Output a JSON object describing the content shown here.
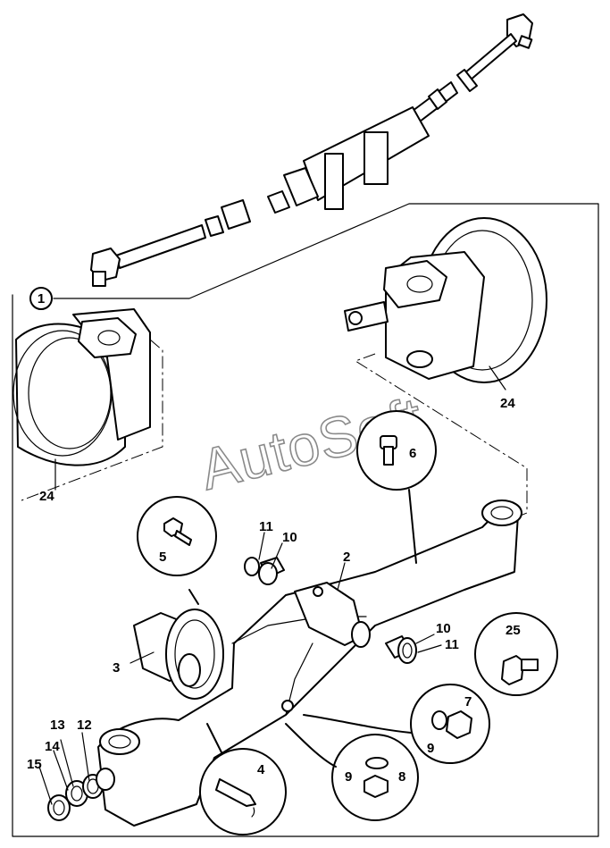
{
  "watermark": "AutoSoft",
  "callouts": {
    "assembly": "1",
    "axle_beam": "2",
    "hub_flange": "3",
    "grease": "4",
    "bolt_5": "5",
    "bolt_6": "6",
    "plug": "7",
    "nut": "8",
    "washer_9a": "9",
    "washer_9b": "9",
    "bush_10a": "10",
    "bush_10b": "10",
    "seal_11a": "11",
    "seal_11b": "11",
    "ring_12": "12",
    "ring_13": "13",
    "ring_14": "14",
    "ring_15": "15",
    "brake_left": "24",
    "brake_right": "24",
    "bolt_25": "25"
  },
  "colors": {
    "line": "#000000",
    "background": "#ffffff",
    "watermark_outline": "#8a8a8a"
  }
}
